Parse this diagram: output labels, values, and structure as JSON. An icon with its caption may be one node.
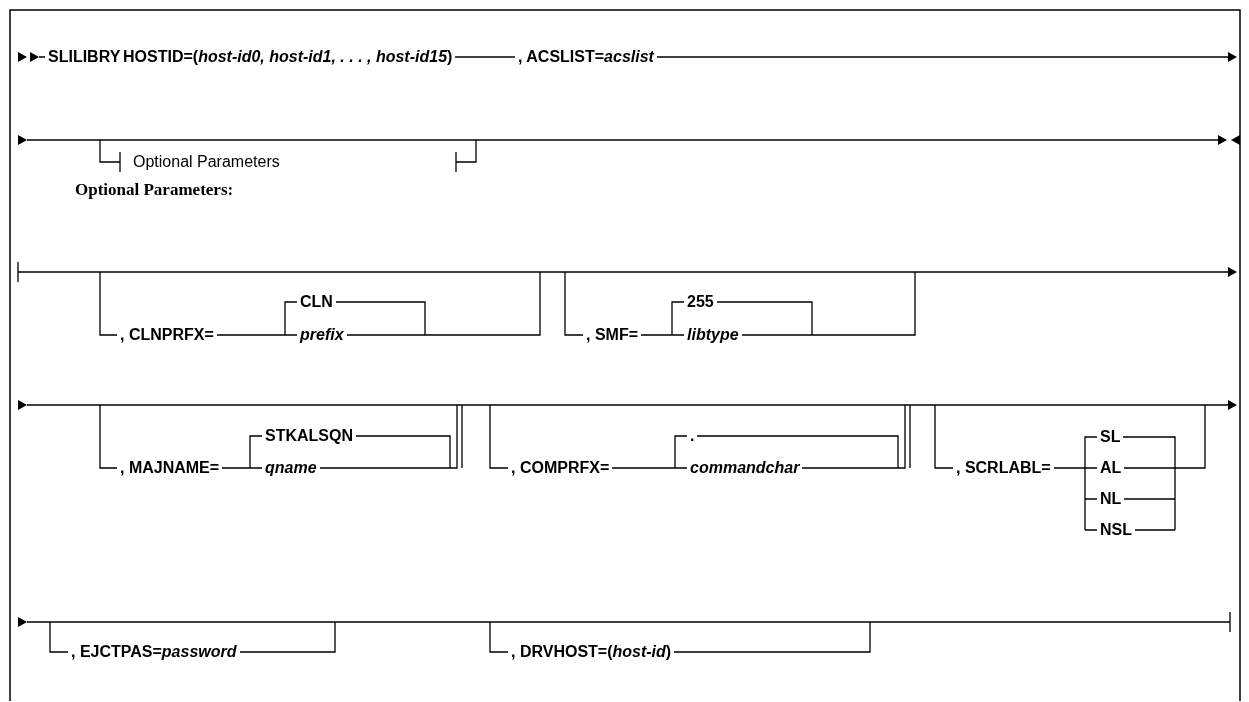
{
  "diagram": {
    "labels": [
      "SLILIBRY",
      "HOSTID=(*host-id0, host-id1, . . . , host-id15*)",
      ", ACSLIST=*acslist*",
      "Optional Parameters",
      "Optional Parameters:",
      ", CLNPRFX=",
      "CLN",
      "prefix",
      ", SMF=",
      "255",
      "libtype",
      ", MAJNAME=",
      "STKALSQN",
      "qname",
      ", COMPRFX=",
      ".",
      "commandchar",
      ", SCRLABL=",
      "SL",
      "AL",
      "NL",
      "NSL",
      ", EJCTPAS=*password*",
      ", DRVHOST=(*host-id*)"
    ]
  }
}
